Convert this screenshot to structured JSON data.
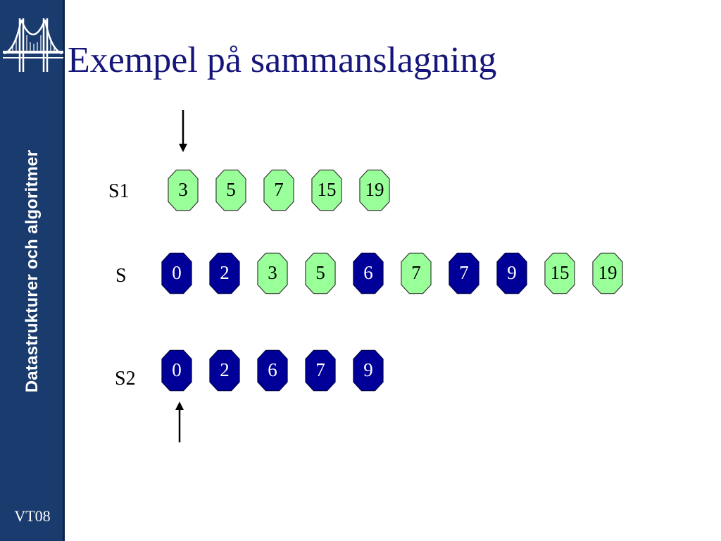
{
  "sidebar": {
    "course_title": "Datastrukturer och algoritmer",
    "term": "VT08",
    "logo": "bridge-logo"
  },
  "slide": {
    "title": "Exempel på sammanslagning"
  },
  "rows": [
    {
      "id": "s1",
      "label": "S1",
      "items": [
        {
          "value": "3",
          "color": "green"
        },
        {
          "value": "5",
          "color": "green"
        },
        {
          "value": "7",
          "color": "green"
        },
        {
          "value": "15",
          "color": "green"
        },
        {
          "value": "19",
          "color": "green"
        }
      ]
    },
    {
      "id": "s",
      "label": "S",
      "items": [
        {
          "value": "0",
          "color": "blue"
        },
        {
          "value": "2",
          "color": "blue"
        },
        {
          "value": "3",
          "color": "green"
        },
        {
          "value": "5",
          "color": "green"
        },
        {
          "value": "6",
          "color": "blue"
        },
        {
          "value": "7",
          "color": "green"
        },
        {
          "value": "7",
          "color": "blue"
        },
        {
          "value": "9",
          "color": "blue"
        },
        {
          "value": "15",
          "color": "green"
        },
        {
          "value": "19",
          "color": "green"
        }
      ]
    },
    {
      "id": "s2",
      "label": "S2",
      "items": [
        {
          "value": "0",
          "color": "blue"
        },
        {
          "value": "2",
          "color": "blue"
        },
        {
          "value": "6",
          "color": "blue"
        },
        {
          "value": "7",
          "color": "blue"
        },
        {
          "value": "9",
          "color": "blue"
        }
      ]
    }
  ],
  "colors": {
    "sidebar": "#1a3b6e",
    "title": "#16167a",
    "green_fill": "#99ff99",
    "blue_fill": "#000099"
  },
  "pointers": [
    {
      "target": "s1",
      "direction": "down",
      "index": 0
    },
    {
      "target": "s2",
      "direction": "up",
      "index": 0
    }
  ]
}
